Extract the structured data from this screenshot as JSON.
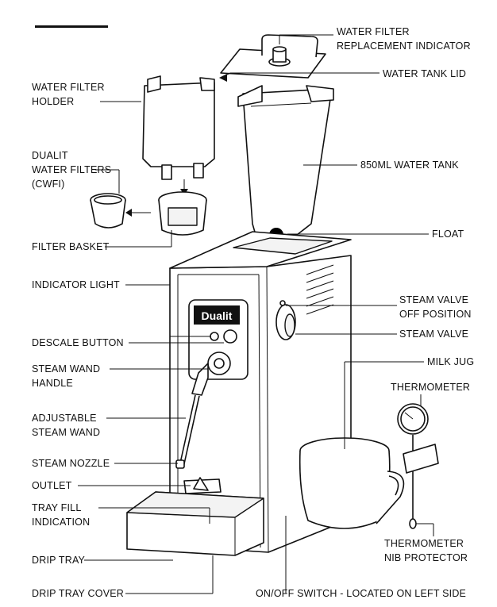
{
  "brand": {
    "logo_text": "Dualit"
  },
  "labels": {
    "water_filter_indicator": "WATER FILTER\nREPLACEMENT INDICATOR",
    "water_tank_lid": "WATER TANK LID",
    "water_filter_holder": "WATER FILTER\nHOLDER",
    "tank_850ml": "850ML WATER TANK",
    "dualit_filters": "DUALIT\nWATER FILTERS\n(CWFI)",
    "filter_basket": "FILTER BASKET",
    "float": "FLOAT",
    "indicator_light": "INDICATOR LIGHT",
    "steam_valve_off": "STEAM VALVE\nOFF POSITION",
    "descale_button": "DESCALE BUTTON",
    "steam_valve": "STEAM VALVE",
    "milk_jug": "MILK JUG",
    "steam_wand_handle": "STEAM WAND\nHANDLE",
    "thermometer": "THERMOMETER",
    "adjustable_steam_wand": "ADJUSTABLE\nSTEAM WAND",
    "steam_nozzle": "STEAM NOZZLE",
    "outlet": "OUTLET",
    "tray_fill": "TRAY FILL\nINDICATION",
    "thermometer_nib": "THERMOMETER\nNIB PROTECTOR",
    "drip_tray": "DRIP TRAY",
    "drip_tray_cover": "DRIP TRAY COVER",
    "on_off_switch": "ON/OFF SWITCH - LOCATED ON LEFT SIDE"
  }
}
